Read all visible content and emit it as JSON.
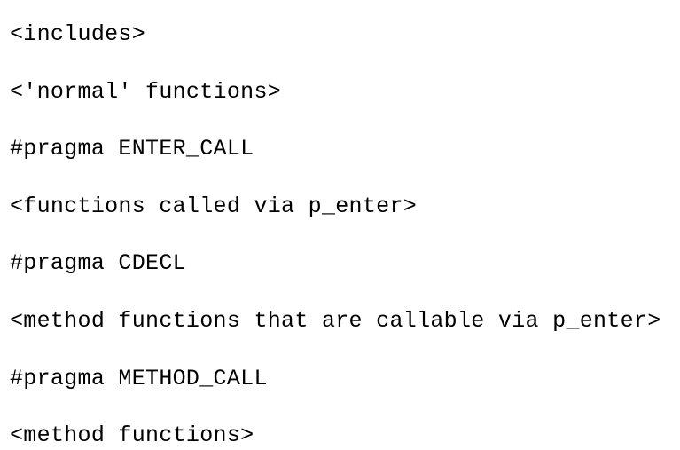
{
  "document": {
    "type": "code-snippet",
    "colors": {
      "background": "#ffffff",
      "text": "#000000"
    },
    "lines": [
      "<includes>",
      "<'normal' functions>",
      "#pragma ENTER_CALL",
      "<functions called via p_enter>",
      "#pragma CDECL",
      "<method functions that are callable via p_enter>",
      "#pragma METHOD_CALL",
      "<method functions>"
    ]
  }
}
